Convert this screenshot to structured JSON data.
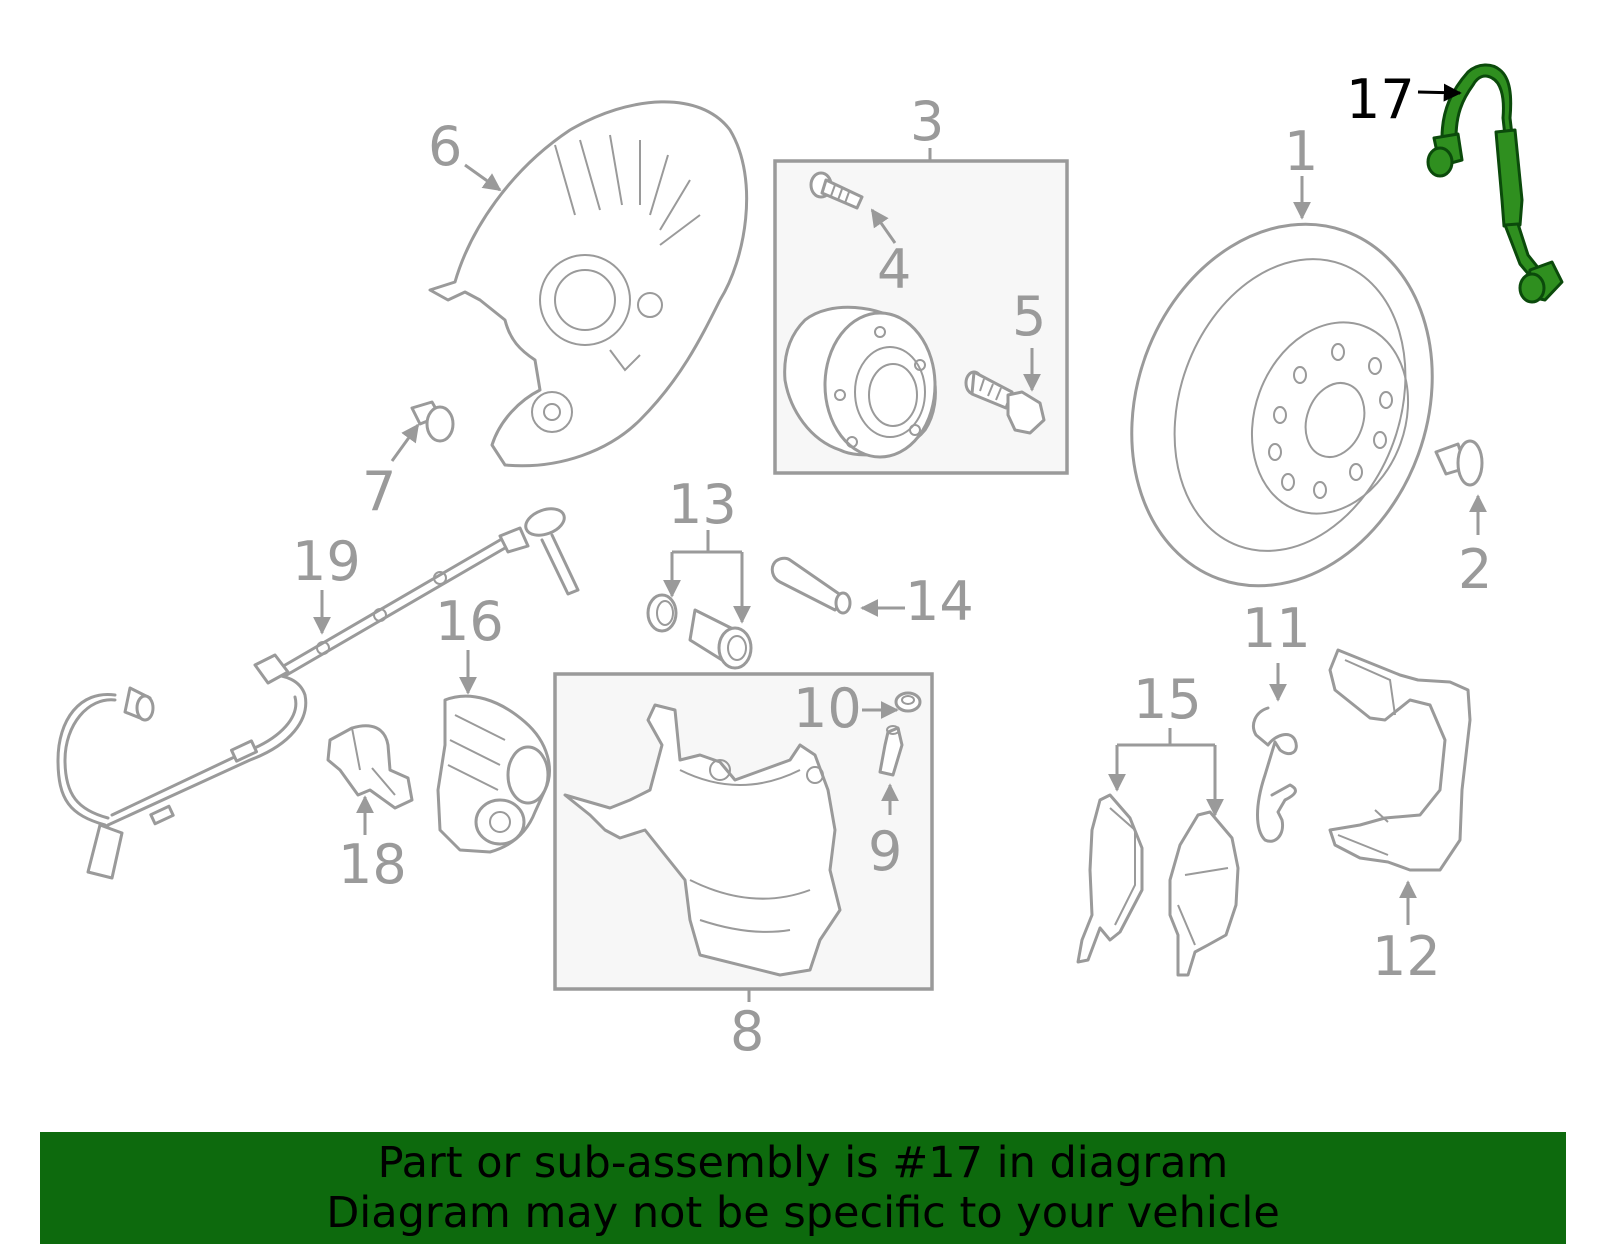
{
  "callouts": {
    "c1": "1",
    "c2": "2",
    "c3": "3",
    "c4": "4",
    "c5": "5",
    "c6": "6",
    "c7": "7",
    "c8": "8",
    "c9": "9",
    "c10": "10",
    "c11": "11",
    "c12": "12",
    "c13": "13",
    "c14": "14",
    "c15": "15",
    "c16": "16",
    "c17": "17",
    "c18": "18",
    "c19": "19"
  },
  "highlighted_part": "17",
  "colors": {
    "banner_background": "#0d6a0d",
    "highlight": "#2f8f1f",
    "part_lines": "#9a9a9a"
  },
  "banner": {
    "line1": "Part or sub-assembly is #17 in diagram",
    "line2": "Diagram may not be specific to your vehicle"
  }
}
